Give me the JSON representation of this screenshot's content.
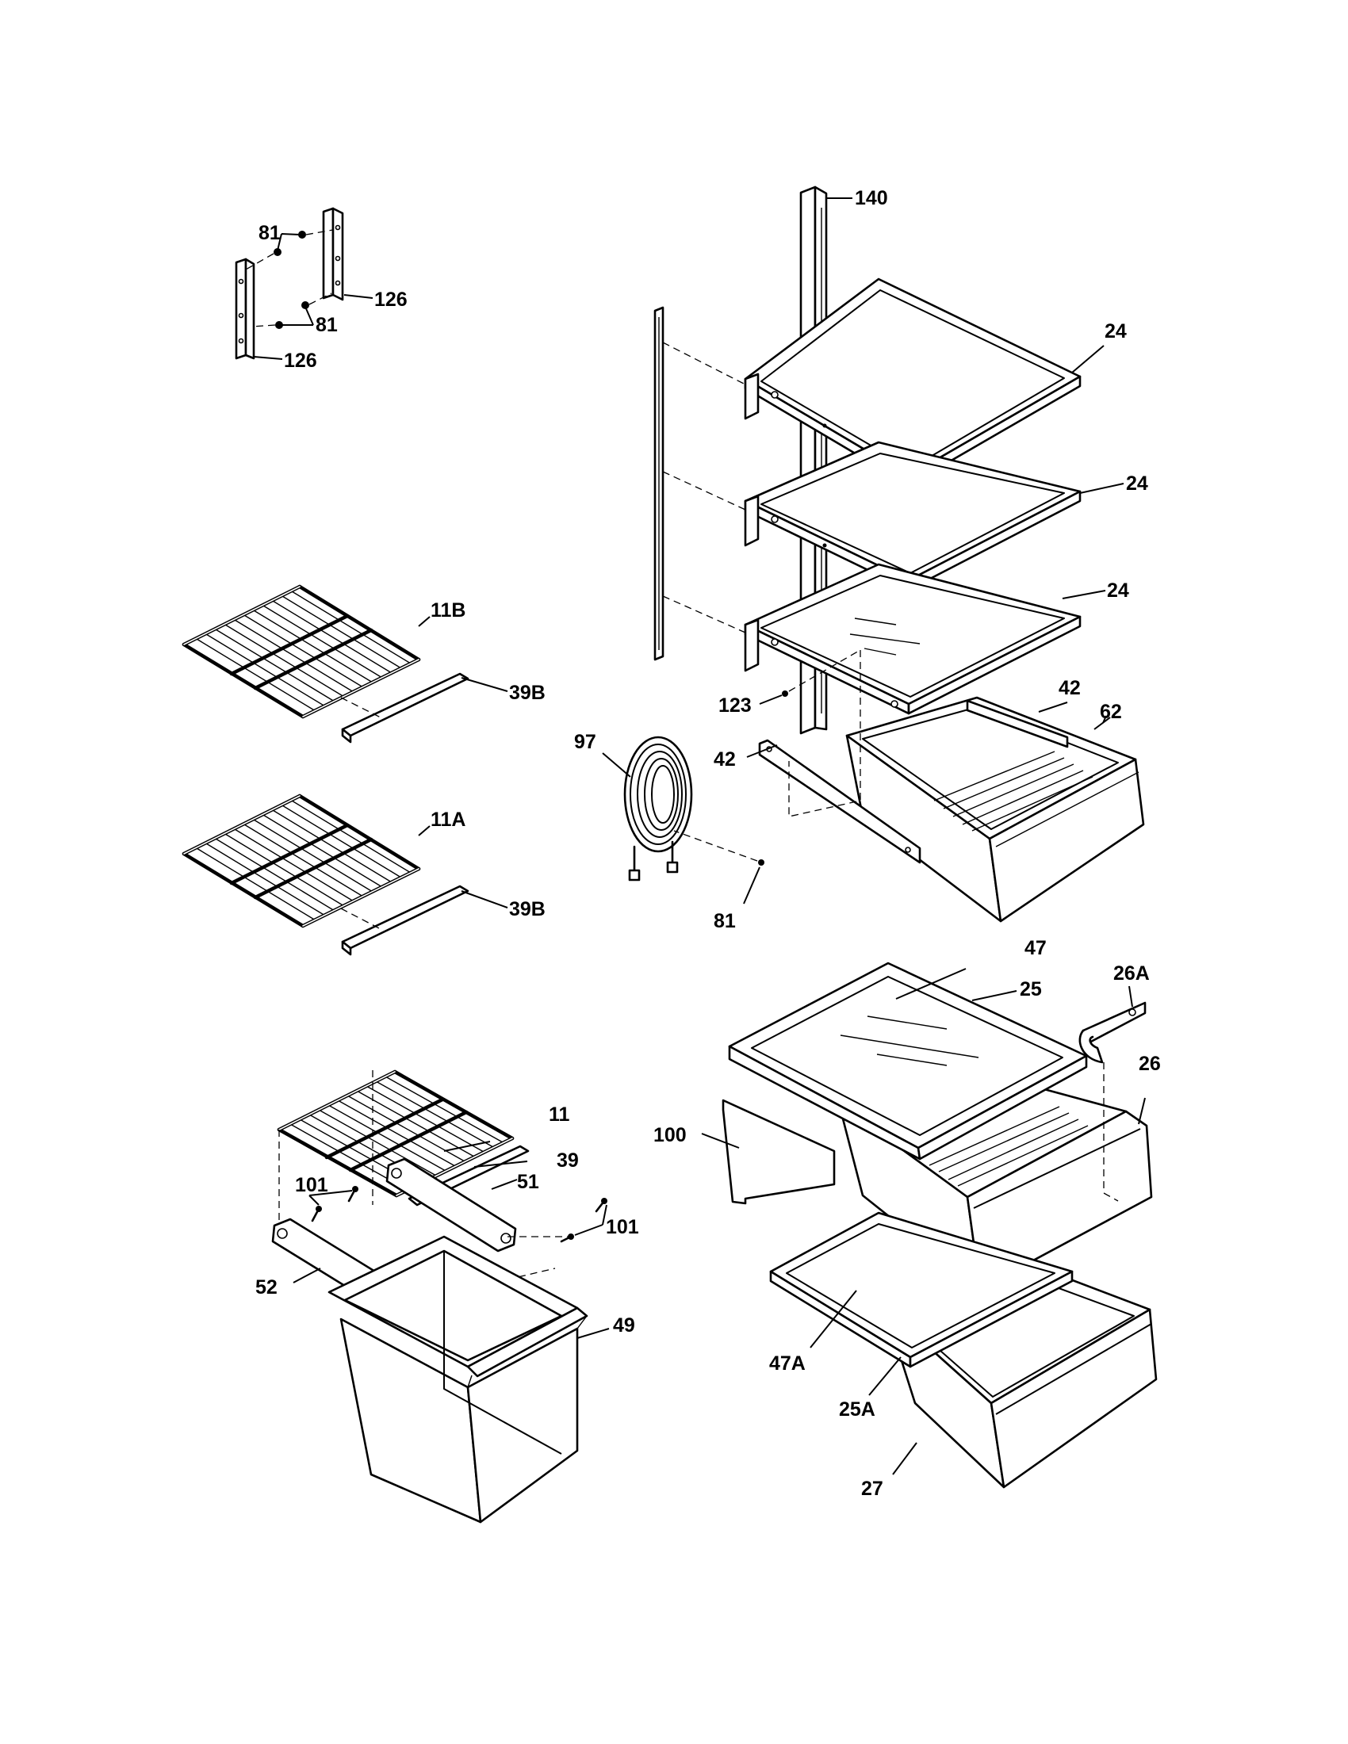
{
  "diagram": {
    "labels": {
      "l140": "140",
      "l81_top": "81",
      "l126_top": "126",
      "l81_mid": "81",
      "l126_bot": "126",
      "l24_a": "24",
      "l24_b": "24",
      "l24_c": "24",
      "l11B": "11B",
      "l39B_a": "39B",
      "l11A": "11A",
      "l39B_b": "39B",
      "l123": "123",
      "l42_a": "42",
      "l62": "62",
      "l97": "97",
      "l42_b": "42",
      "l81_low": "81",
      "l47": "47",
      "l26A": "26A",
      "l25": "25",
      "l26": "26",
      "l100": "100",
      "l11": "11",
      "l39": "39",
      "l101_a": "101",
      "l51": "51",
      "l101_b": "101",
      "l52": "52",
      "l49": "49",
      "l47A": "47A",
      "l25A": "25A",
      "l27": "27"
    }
  }
}
